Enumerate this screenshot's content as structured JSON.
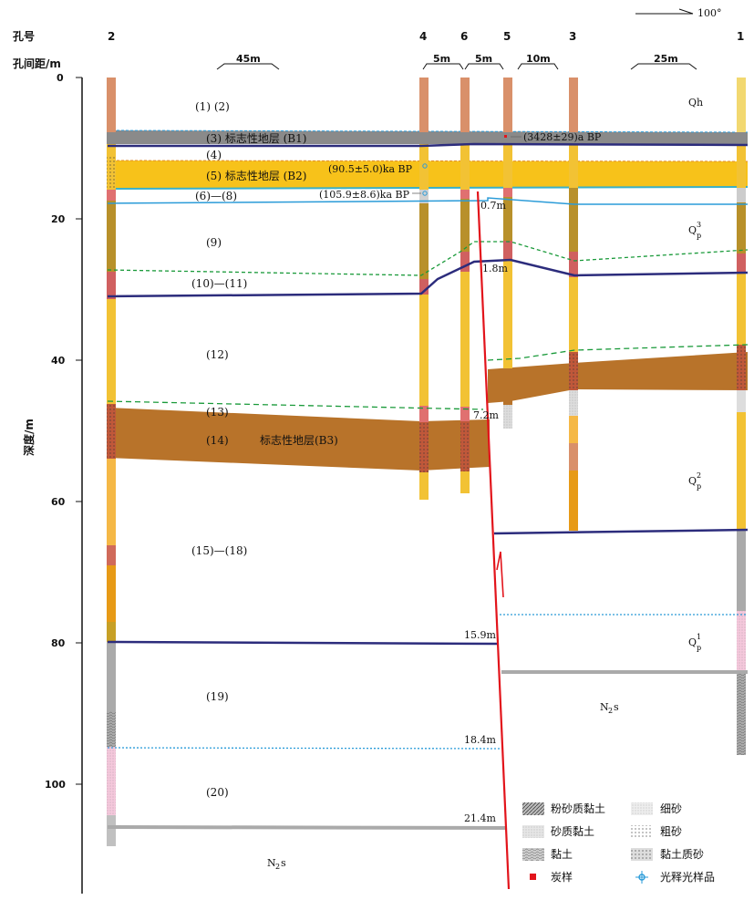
{
  "header": {
    "hole_label": "孔号",
    "spacing_label": "孔间距/m",
    "depth_axis_label": "深度/m",
    "direction": "100°"
  },
  "holes": [
    "2",
    "4",
    "6",
    "5",
    "3",
    "1"
  ],
  "spacings": [
    "45m",
    "5m",
    "5m",
    "10m",
    "25m"
  ],
  "depth_ticks": [
    "0",
    "20",
    "40",
    "60",
    "80",
    "100"
  ],
  "layers": {
    "l1_2": "(1)   (2)",
    "l3": "(3)   标志性地层 (B1)",
    "l4": "(4)",
    "l5": "(5)   标志性地层 (B2)",
    "l6_8": "(6)—(8)",
    "l9": "(9)",
    "l10_11": "(10)—(11)",
    "l12": "(12)",
    "l13": "(13)",
    "l14_num": "(14)",
    "l14_name": "标志性地层(B3)",
    "l15_18": "(15)—(18)",
    "l19": "(19)",
    "l20": "(20)"
  },
  "ages": {
    "b1": "(3428±29)a BP",
    "b2a": "(90.5±5.0)ka BP",
    "b2b": "(105.9±8.6)ka BP"
  },
  "offsets": [
    "0.7m",
    "1.8m",
    "7.2m",
    "15.9m",
    "18.4m",
    "21.4m"
  ],
  "strata": {
    "qh": "Qh",
    "qp3_base": "Q",
    "qp3_sup": "3",
    "qp3_sub": "p",
    "qp2_base": "Q",
    "qp2_sup": "2",
    "qp2_sub": "p",
    "qp1_base": "Q",
    "qp1_sup": "1",
    "qp1_sub": "p",
    "n2s_base": "N",
    "n2s_sub": "2",
    "n2s_tail": "s"
  },
  "legend": {
    "silty_clay": "粉砂质黏土",
    "fine_sand": "细砂",
    "sandy_clay": "砂质黏土",
    "coarse_sand": "粗砂",
    "clay": "黏土",
    "clayey_sand": "黏土质砂",
    "charcoal": "炭样",
    "osl": "光释光样品"
  },
  "colors": {
    "yellow_band": "#f7c21a",
    "brown_band": "#b8732a",
    "grey_band": "#8a8a8a",
    "navy_line": "#2c2c7c",
    "fault": "#e2141b",
    "green_dash": "#1a9a3a",
    "blue_line": "#2a9bd8"
  }
}
